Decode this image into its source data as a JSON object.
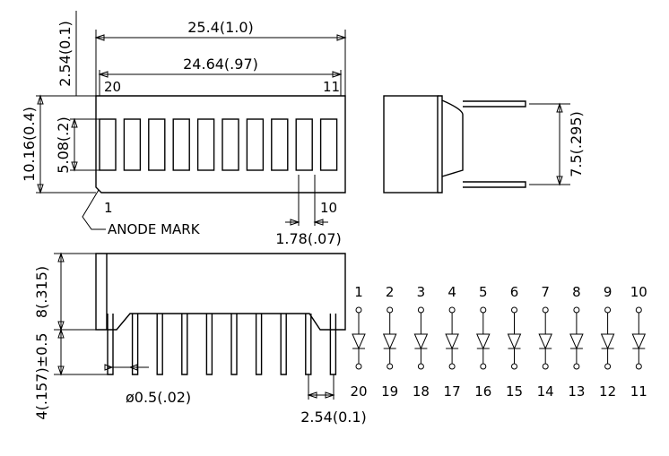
{
  "dimensions": {
    "overall_length": "25.4(1.0)",
    "segment_span": "24.64(.97)",
    "top_margin": "2.54(0.1)",
    "body_height": "10.16(0.4)",
    "segment_height": "5.08(.2)",
    "side_height": "7.5(.295)",
    "segment_width": "1.78(.07)",
    "pin_diameter": "ø0.5(.02)",
    "pin_pitch": "2.54(0.1)",
    "body_side": "8(.315)",
    "pin_length": "4(.157)±0.5"
  },
  "pin_labels": {
    "top_left": "20",
    "top_right": "11",
    "bottom_left": "1",
    "bottom_right": "10"
  },
  "anode_mark": "ANODE MARK",
  "schematic": {
    "anodes": [
      "1",
      "2",
      "3",
      "4",
      "5",
      "6",
      "7",
      "8",
      "9",
      "10"
    ],
    "cathodes": [
      "20",
      "19",
      "18",
      "17",
      "16",
      "15",
      "14",
      "13",
      "12",
      "11"
    ]
  }
}
